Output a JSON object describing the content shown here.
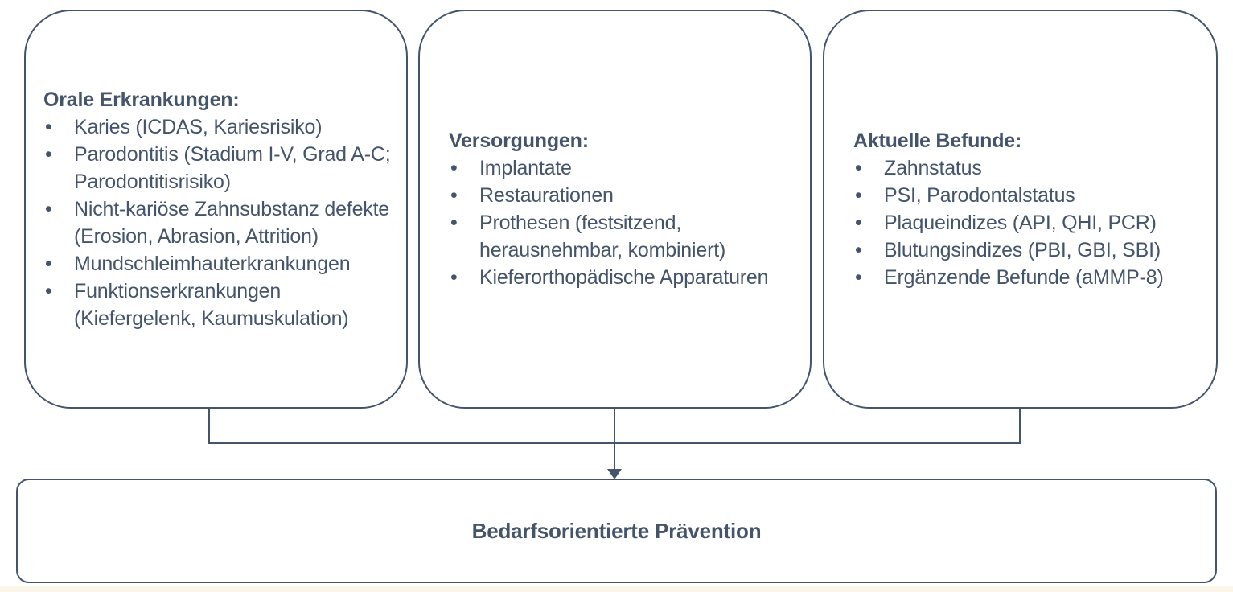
{
  "diagram": {
    "boxes": [
      {
        "title": "Orale Erkrankungen:",
        "items": [
          "Karies (ICDAS, Kariesrisiko)",
          "Parodontitis (Stadium I-V, Grad A-C; Parodontitisrisiko)",
          "Nicht-kariöse Zahnsubstanz defekte (Erosion, Abrasion, Attrition)",
          "Mundschleimhauterkrankungen",
          "Funktionserkrankungen (Kiefergelenk, Kaumuskulation)"
        ]
      },
      {
        "title": "Versorgungen:",
        "items": [
          "Implantate",
          "Restaurationen",
          "Prothesen (festsitzend, herausnehmbar, kombiniert)",
          "Kieferorthopädische Apparaturen"
        ]
      },
      {
        "title": "Aktuelle Befunde:",
        "items": [
          "Zahnstatus",
          "PSI, Parodontalstatus",
          "Plaqueindizes (API, QHI, PCR)",
          "Blutungsindizes (PBI, GBI, SBI)",
          "Ergänzende Befunde (aMMP-8)"
        ]
      }
    ],
    "result_label": "Bedarfsorientierte Prävention",
    "colors": {
      "line": "#44546A",
      "text": "#44546A",
      "background": "#FFFFFF"
    }
  }
}
